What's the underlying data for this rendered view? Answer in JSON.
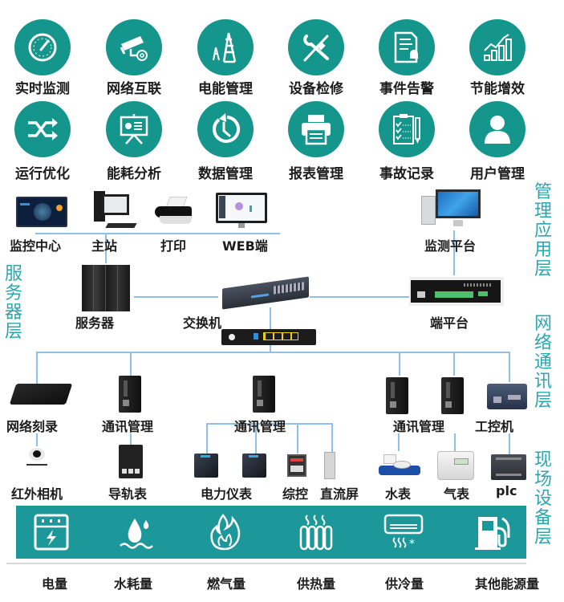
{
  "colors": {
    "teal": "#15968c",
    "band": "#1c979a",
    "layer_text": "#2aa6ae",
    "connector": "#8ebfe6"
  },
  "functions": [
    {
      "label": "实时监测",
      "icon": "gauge-icon"
    },
    {
      "label": "网络互联",
      "icon": "camera-at-icon"
    },
    {
      "label": "电能管理",
      "icon": "power-tower-icon"
    },
    {
      "label": "设备检修",
      "icon": "wrench-screwdriver-icon"
    },
    {
      "label": "事件告警",
      "icon": "alarm-document-icon"
    },
    {
      "label": "节能增效",
      "icon": "growth-chart-icon"
    },
    {
      "label": "运行优化",
      "icon": "shuffle-icon"
    },
    {
      "label": "能耗分析",
      "icon": "presentation-icon"
    },
    {
      "label": "数据管理",
      "icon": "history-clock-icon"
    },
    {
      "label": "报表管理",
      "icon": "printer-icon"
    },
    {
      "label": "事故记录",
      "icon": "checklist-icon"
    },
    {
      "label": "用户管理",
      "icon": "user-icon"
    }
  ],
  "layers": {
    "management": "管理应用层",
    "server": "服务器层",
    "network": "网络通讯层",
    "field": "现场设备层"
  },
  "management_devices": {
    "monitor_center": "监控中心",
    "master_station": "主站",
    "print": "打印",
    "web": "WEB端",
    "monitor_platform": "监测平台"
  },
  "server_devices": {
    "server": "服务器",
    "switch": "交换机",
    "terminal_platform": "端平台"
  },
  "network_devices": {
    "net_recorder": "网络刻录",
    "comm_mgmt_1": "通讯管理",
    "comm_mgmt_2": "通讯管理",
    "comm_mgmt_3": "通讯管理",
    "ipc": "工控机"
  },
  "field_devices": {
    "ir_camera": "红外相机",
    "rail_meter": "导轨表",
    "power_meter": "电力仪表",
    "integrated_ctrl": "综控",
    "dc_screen": "直流屏",
    "water_meter": "水表",
    "gas_meter": "气表",
    "plc": "plc"
  },
  "energy_types": [
    {
      "label": "电量",
      "icon": "electric-panel-icon"
    },
    {
      "label": "水耗量",
      "icon": "water-drop-icon"
    },
    {
      "label": "燃气量",
      "icon": "flame-icon"
    },
    {
      "label": "供热量",
      "icon": "radiator-icon"
    },
    {
      "label": "供冷量",
      "icon": "air-conditioner-icon"
    },
    {
      "label": "其他能源量",
      "icon": "fuel-pump-icon"
    }
  ]
}
